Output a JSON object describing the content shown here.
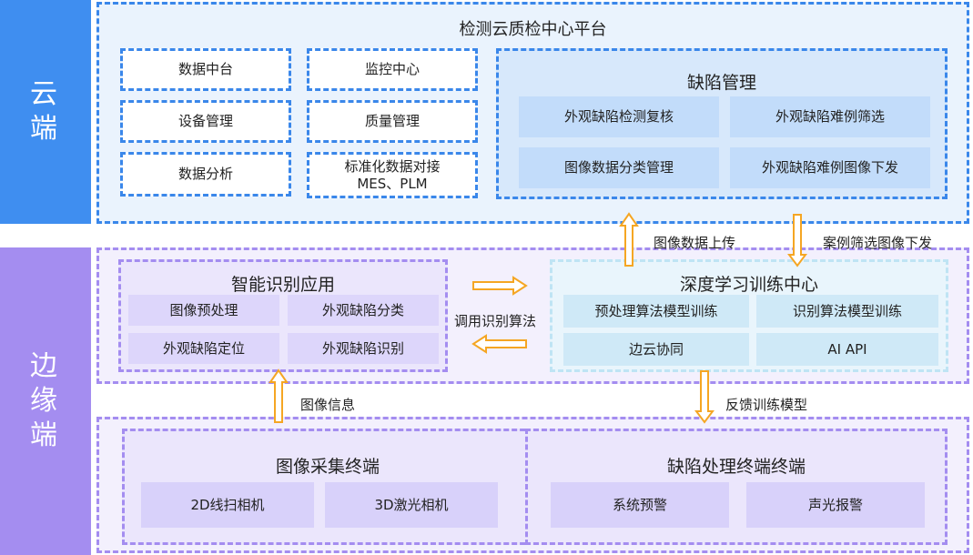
{
  "side": {
    "cloud": "云\n端",
    "edge": "边\n缘\n端"
  },
  "cloud_platform": {
    "title": "检测云质检中心平台",
    "modules": [
      "数据中台",
      "监控中心",
      "设备管理",
      "质量管理",
      "数据分析",
      "标准化数据对接\nMES、PLM"
    ],
    "defect_mgmt": {
      "title": "缺陷管理",
      "items": [
        "外观缺陷检测复核",
        "外观缺陷难例筛选",
        "图像数据分类管理",
        "外观缺陷难例图像下发"
      ]
    }
  },
  "flows": {
    "upload": "图像数据上传",
    "download": "案例筛选图像下发",
    "call_algo": "调用识别算法",
    "image_info": "图像信息",
    "feedback": "反馈训练模型"
  },
  "smart_app": {
    "title": "智能识别应用",
    "items": [
      "图像预处理",
      "外观缺陷分类",
      "外观缺陷定位",
      "外观缺陷识别"
    ]
  },
  "training_center": {
    "title": "深度学习训练中心",
    "items": [
      "预处理算法模型训练",
      "识别算法模型训练",
      "边云协同",
      "AI API"
    ]
  },
  "capture_terminal": {
    "title": "图像采集终端",
    "items": [
      "2D线扫相机",
      "3D激光相机"
    ]
  },
  "defect_terminal": {
    "title": "缺陷处理终端终端",
    "items": [
      "系统预警",
      "声光报警"
    ]
  },
  "colors": {
    "cloud_side": "#3f8ef0",
    "edge_side": "#a48df0",
    "arrow_fill": "#ffffff",
    "arrow_stroke": "#f5a623"
  }
}
